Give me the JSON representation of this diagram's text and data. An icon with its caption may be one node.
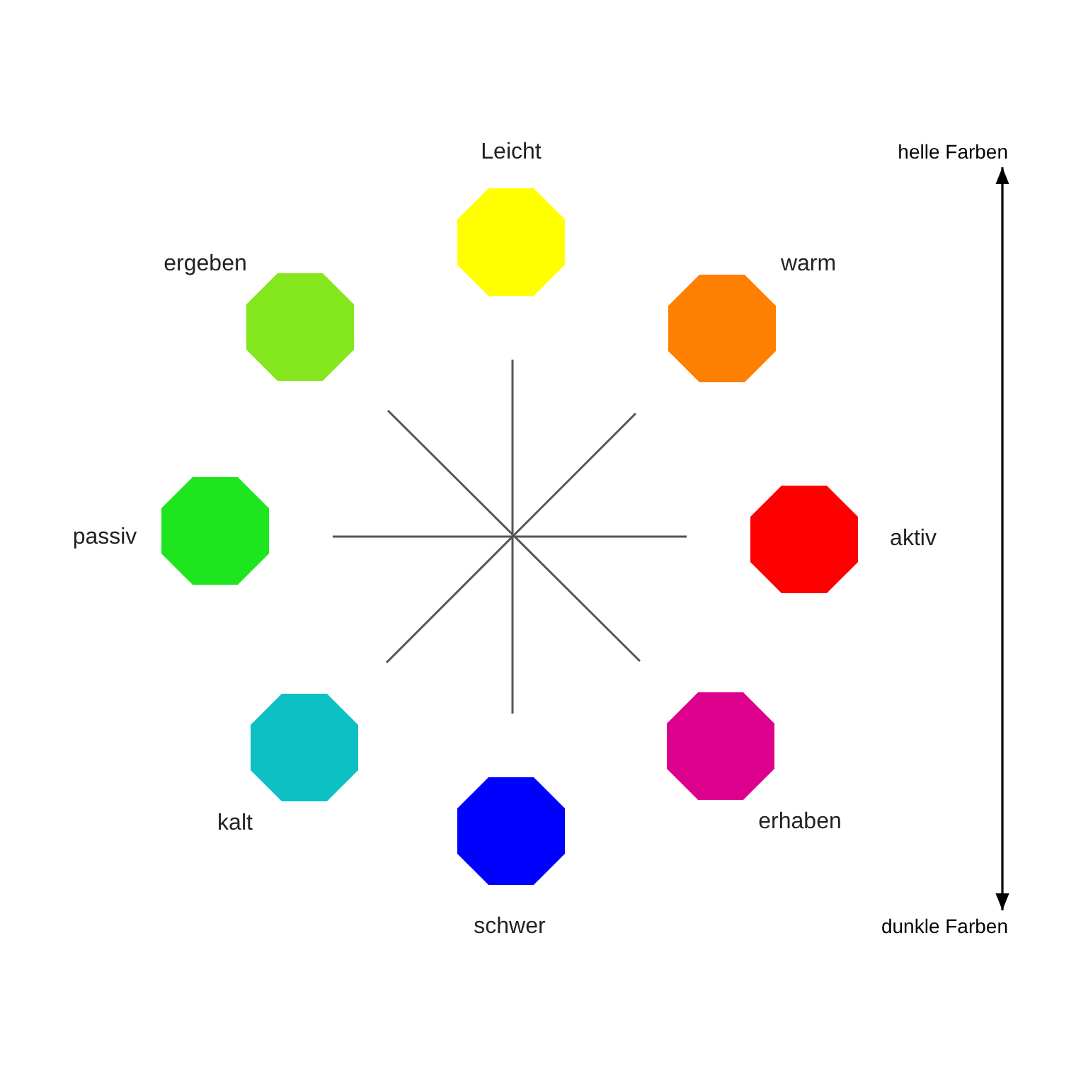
{
  "diagram": {
    "nodes": [
      {
        "text": [],
        "shape": "octagon",
        "beside": [
          "Leicht"
        ]
      },
      {
        "text": [],
        "shape": "octagon",
        "beside": [
          "ergeben"
        ]
      },
      {
        "text": [],
        "shape": "octagon",
        "beside": [
          "warm"
        ]
      },
      {
        "text": [],
        "shape": "octagon",
        "beside": [
          "passiv"
        ]
      },
      {
        "text": [],
        "shape": "octagon",
        "beside": [
          "aktiv"
        ]
      },
      {
        "text": [],
        "shape": "octagon",
        "beside": [
          "kalt"
        ]
      },
      {
        "text": [],
        "shape": "octagon",
        "beside": [
          "erhaben"
        ]
      },
      {
        "text": [],
        "shape": "octagon",
        "beside": [
          "schwer"
        ]
      },
      {
        "text": [
          "helle Farben"
        ]
      },
      {
        "text": [
          "dunkle Farben"
        ]
      }
    ],
    "edges": [
      {
        "from": 8,
        "to": 9,
        "arrow": "both"
      }
    ]
  }
}
